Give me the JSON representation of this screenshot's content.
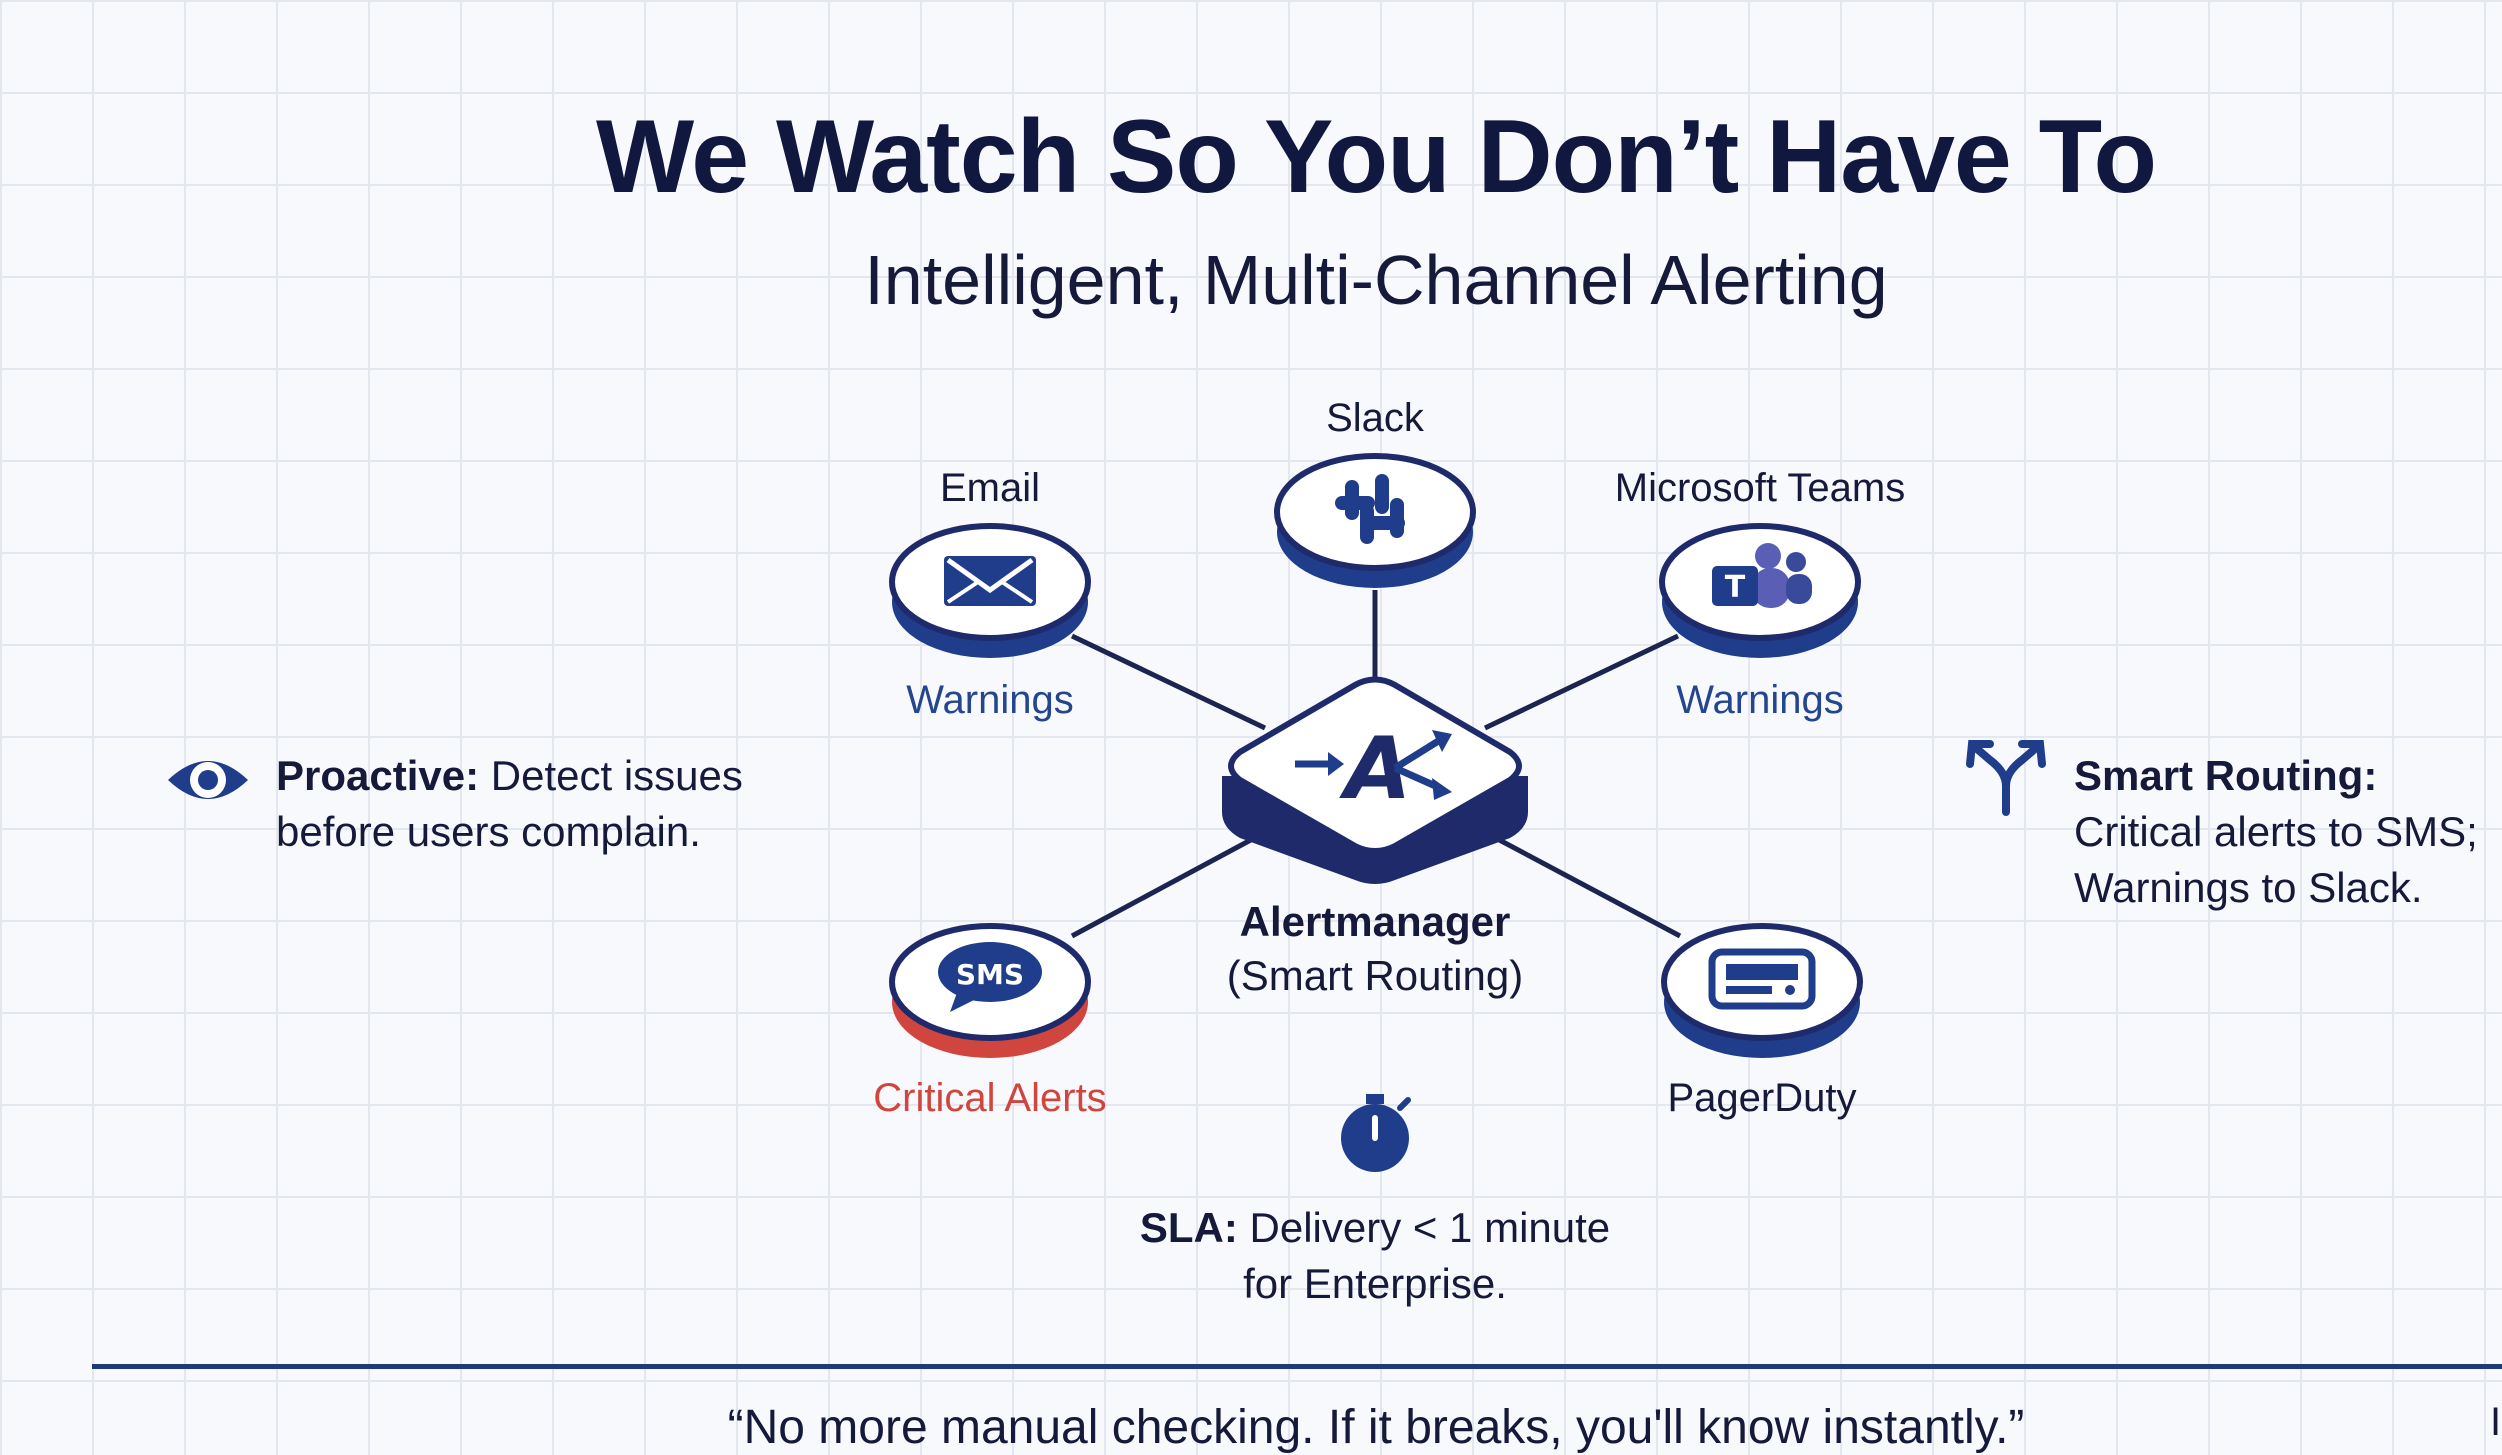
{
  "header": {
    "title": "We Watch So You Don’t Have To",
    "subtitle": "Intelligent, Multi-Channel Alerting"
  },
  "center": {
    "name": "Alertmanager",
    "detail": "(Smart Routing)"
  },
  "channels": {
    "slack": {
      "label": "Slack"
    },
    "email": {
      "label": "Email",
      "tag": "Warnings"
    },
    "teams": {
      "label": "Microsoft Teams",
      "tag": "Warnings",
      "logo_letter": "T"
    },
    "sms": {
      "tag": "Critical Alerts",
      "logo_text": "SMS"
    },
    "pagerduty": {
      "label": "PagerDuty"
    }
  },
  "callouts": {
    "proactive": {
      "bold": "Proactive:",
      "text": "Detect issues",
      "text2": "before users complain."
    },
    "routing": {
      "bold": "Smart Routing:",
      "line1": "Critical alerts to SMS;",
      "line2": "Warnings to Slack."
    },
    "sla": {
      "bold": "SLA:",
      "line1": "Delivery < 1 minute",
      "line2": "for Enterprise."
    }
  },
  "footer": {
    "quote": "“No more manual checking. If it breaks, you'll know instantly.”",
    "edge_mark": "I"
  },
  "colors": {
    "navy": "#11183f",
    "blue": "#1f3d8a",
    "red": "#d0453e",
    "grid": "#e3e7ef"
  }
}
